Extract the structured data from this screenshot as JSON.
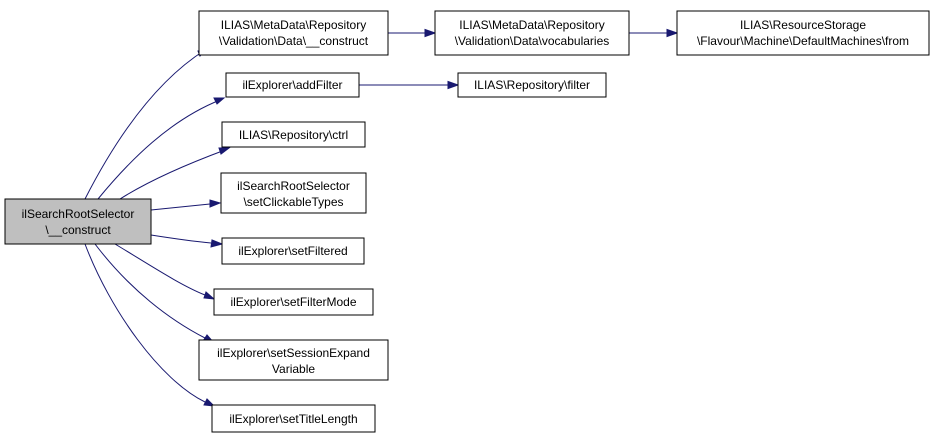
{
  "colors": {
    "edge": "#191970",
    "node_fill": "#ffffff",
    "root_fill": "#bfbfbf",
    "border": "#000000"
  },
  "nodes": [
    {
      "id": "root",
      "lines": [
        "ilSearchRootSelector",
        "\\__construct"
      ],
      "root": true
    },
    {
      "id": "md_construct",
      "lines": [
        "ILIAS\\MetaData\\Repository",
        "\\Validation\\Data\\__construct"
      ]
    },
    {
      "id": "md_vocab",
      "lines": [
        "ILIAS\\MetaData\\Repository",
        "\\Validation\\Data\\vocabularies"
      ]
    },
    {
      "id": "rs_from",
      "lines": [
        "ILIAS\\ResourceStorage",
        "\\Flavour\\Machine\\DefaultMachines\\from"
      ]
    },
    {
      "id": "addfilter",
      "lines": [
        "ilExplorer\\addFilter"
      ]
    },
    {
      "id": "repo_filter",
      "lines": [
        "ILIAS\\Repository\\filter"
      ]
    },
    {
      "id": "repo_ctrl",
      "lines": [
        "ILIAS\\Repository\\ctrl"
      ]
    },
    {
      "id": "clickable",
      "lines": [
        "ilSearchRootSelector",
        "\\setClickableTypes"
      ]
    },
    {
      "id": "setfiltered",
      "lines": [
        "ilExplorer\\setFiltered"
      ]
    },
    {
      "id": "filtermode",
      "lines": [
        "ilExplorer\\setFilterMode"
      ]
    },
    {
      "id": "sessionexpand",
      "lines": [
        "ilExplorer\\setSessionExpand",
        "Variable"
      ]
    },
    {
      "id": "titlelength",
      "lines": [
        "ilExplorer\\setTitleLength"
      ]
    }
  ],
  "edges": [
    {
      "from": "root",
      "to": "md_construct"
    },
    {
      "from": "root",
      "to": "addfilter"
    },
    {
      "from": "root",
      "to": "repo_ctrl"
    },
    {
      "from": "root",
      "to": "clickable"
    },
    {
      "from": "root",
      "to": "setfiltered"
    },
    {
      "from": "root",
      "to": "filtermode"
    },
    {
      "from": "root",
      "to": "sessionexpand"
    },
    {
      "from": "root",
      "to": "titlelength"
    },
    {
      "from": "md_construct",
      "to": "md_vocab"
    },
    {
      "from": "md_vocab",
      "to": "rs_from"
    },
    {
      "from": "addfilter",
      "to": "repo_filter"
    }
  ]
}
